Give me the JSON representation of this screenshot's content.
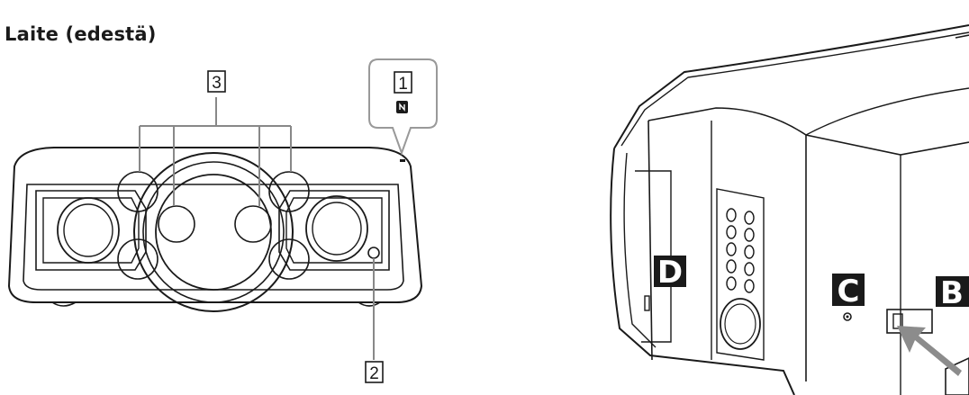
{
  "heading": "Laite (edestä)",
  "callouts": {
    "nfc_tag": "1",
    "ir_sensor": "2",
    "speaker_lights": "3"
  },
  "side_labels": {
    "d": "D",
    "c": "C",
    "b": "B"
  },
  "colors": {
    "line": "#1a1a1a",
    "callout_frame": "#999999",
    "label_bg": "#1a1a1a",
    "arrow": "#8c8c8c"
  }
}
